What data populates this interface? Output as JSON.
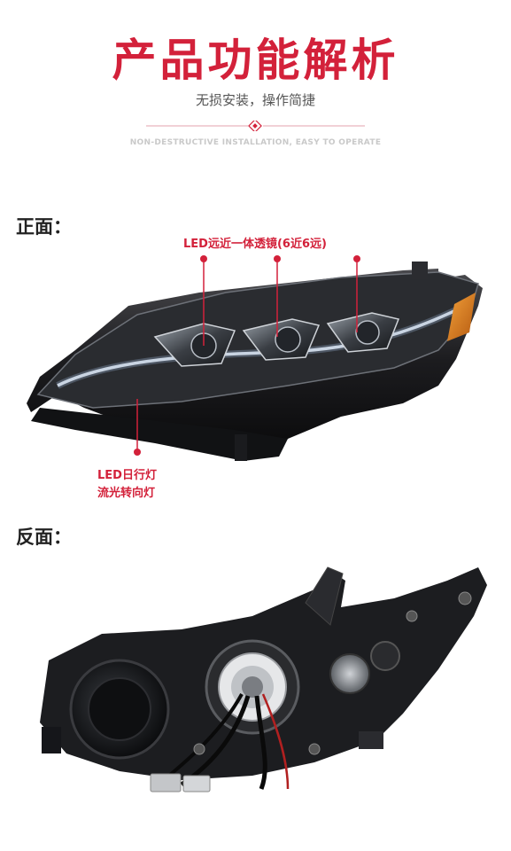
{
  "header": {
    "title": "产品功能解析",
    "subtitle": "无损安装，操作简捷",
    "english": "NON-DESTRUCTIVE INSTALLATION, EASY TO OPERATE"
  },
  "front": {
    "section_label": "正面：",
    "lens_callout": "LED远近一体透镜(6近6远)",
    "drl_line1": "LED日行灯",
    "drl_line2": "流光转向灯"
  },
  "back": {
    "section_label": "反面："
  },
  "colors": {
    "accent": "#d3213a",
    "text": "#222222",
    "muted": "#c9c9c9"
  }
}
